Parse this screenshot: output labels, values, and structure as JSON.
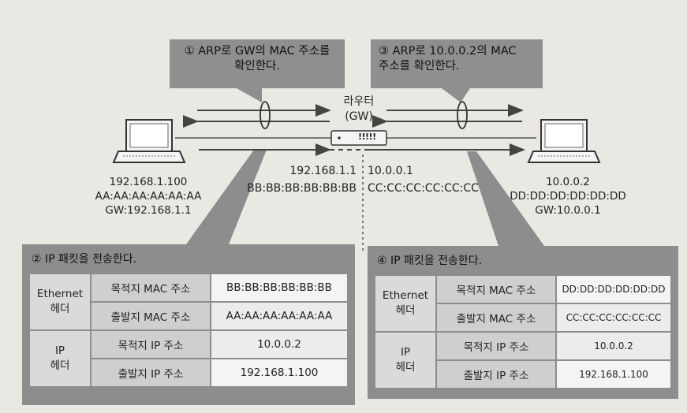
{
  "callouts": {
    "left": {
      "line1": "① ARP로 GW의 MAC 주소를",
      "line2": "확인한다."
    },
    "right": {
      "line1": "③ ARP로 10.0.0.2의 MAC",
      "line2": "주소를 확인한다."
    }
  },
  "router": {
    "label_line1": "라우터",
    "label_line2": "(GW)",
    "glyph": "!!!!!"
  },
  "left_host": {
    "ip": "192.168.1.100",
    "mac": "AA:AA:AA:AA:AA:AA",
    "gw": "GW:192.168.1.1"
  },
  "router_left_if": {
    "ip": "192.168.1.1",
    "mac": "BB:BB:BB:BB:BB:BB"
  },
  "router_right_if": {
    "ip": "10.0.0.1",
    "mac": "CC:CC:CC:CC:CC:CC"
  },
  "right_host": {
    "ip": "10.0.0.2",
    "mac": "DD:DD:DD:DD:DD:DD",
    "gw": "GW:10.0.0.1"
  },
  "panel_left": {
    "title": "② IP 패킷을 전송한다.",
    "eth_label_1": "Ethernet",
    "eth_label_2": "헤더",
    "ip_label_1": "IP",
    "ip_label_2": "헤더",
    "rows": [
      {
        "field": "목적지 MAC 주소",
        "value": "BB:BB:BB:BB:BB:BB"
      },
      {
        "field": "출발지 MAC 주소",
        "value": "AA:AA:AA:AA:AA:AA"
      },
      {
        "field": "목적지 IP 주소",
        "value": "10.0.0.2"
      },
      {
        "field": "출발지 IP 주소",
        "value": "192.168.1.100"
      }
    ]
  },
  "panel_right": {
    "title": "④ IP 패킷을 전송한다.",
    "eth_label_1": "Ethernet",
    "eth_label_2": "헤더",
    "ip_label_1": "IP",
    "ip_label_2": "헤더",
    "rows": [
      {
        "field": "목적지 MAC 주소",
        "value": "DD:DD:DD:DD:DD:DD"
      },
      {
        "field": "출발지 MAC 주소",
        "value": "CC:CC:CC:CC:CC:CC"
      },
      {
        "field": "목적지 IP 주소",
        "value": "10.0.0.2"
      },
      {
        "field": "출발지 IP 주소",
        "value": "192.168.1.100"
      }
    ]
  },
  "colors": {
    "callout": "#8f8f8f",
    "panel": "#8d8d8d",
    "background": "#e9e8e3",
    "line": "#444444"
  }
}
